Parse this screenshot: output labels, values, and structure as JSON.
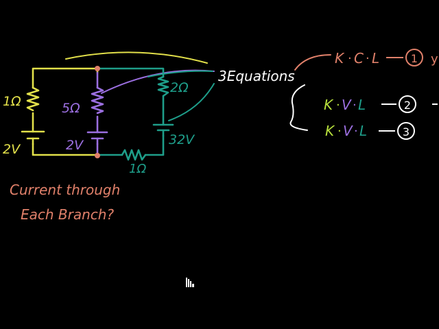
{
  "colors": {
    "background": "#000000",
    "outer_loop": "#e2e04a",
    "middle_branch": "#9b6fe0",
    "right_branch": "#1e9e8a",
    "node": "#e0806a",
    "question": "#e0806a",
    "equations": "#ffffff",
    "kcl": "#e0806a",
    "kvl_k": "#b7e03c",
    "kvl_v": "#9b6fe0",
    "kvl_l": "#1e9e8a"
  },
  "circuit": {
    "r_left": "1Ω",
    "v_left": "2V",
    "r_middle": "5Ω",
    "v_middle": "2V",
    "r_right": "2Ω",
    "v_right": "32V",
    "r_bottom": "1Ω"
  },
  "question": {
    "line1": "Current through",
    "line2": "Each Branch?"
  },
  "equations_label": "3Equations",
  "equations": [
    {
      "letters": [
        "K",
        "C",
        "L"
      ],
      "number": "1"
    },
    {
      "letters": [
        "K",
        "V",
        "L"
      ],
      "number": "2"
    },
    {
      "letters": [
        "K",
        "V",
        "L"
      ],
      "number": "3"
    }
  ],
  "cursor_icon": "hand-pointer-icon"
}
